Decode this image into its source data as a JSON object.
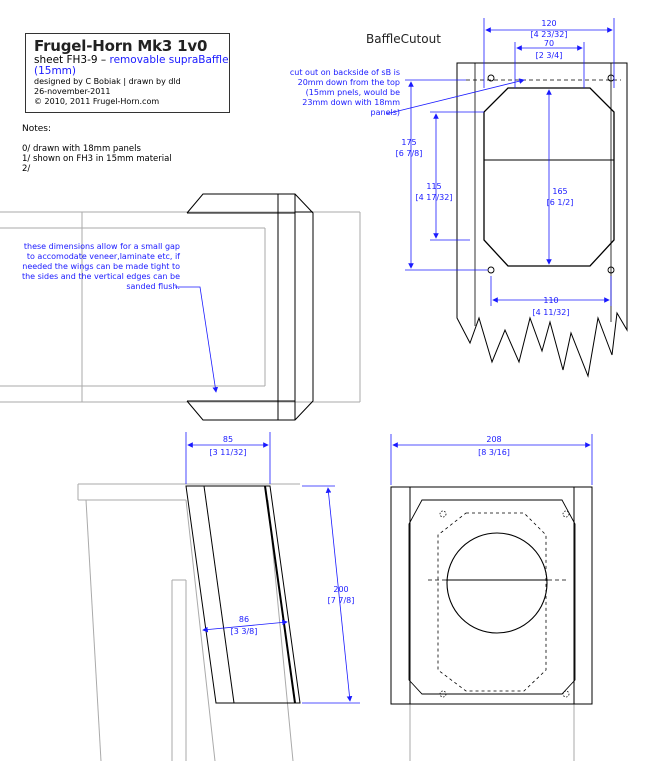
{
  "title_block": {
    "title": "Frugel-Horn Mk3 1v0",
    "sheet_prefix": "sheet FH3-9 – ",
    "sheet_desc": "removable supraBaffle",
    "sheet_desc2": "(15mm)",
    "designed_by": "designed by C Bobiak | drawn by dld",
    "date": "26-november-2011",
    "copyright": "© 2010, 2011 Frugel-Horn.com"
  },
  "notes": {
    "heading": "Notes:",
    "items": [
      "0/ drawn with 18mm panels",
      "1/ shown on FH3 in 15mm material",
      "2/"
    ]
  },
  "baffle_cutout": {
    "title": "BaffleCutout",
    "annotation_lines": [
      "cut out on backside of sB is",
      "20mm down from the top",
      "(15mm pnels, would be",
      "23mm down with 18mm",
      "panels)"
    ],
    "dim_120": "120",
    "dim_120_in": "[4 23/32]",
    "dim_70": "70",
    "dim_70_in": "[2 3/4]",
    "dim_175": "175",
    "dim_175_in": "[6 7/8]",
    "dim_115": "115",
    "dim_115_in": "[4 17/32]",
    "dim_165": "165",
    "dim_165_in": "[6 1/2]",
    "dim_110": "110",
    "dim_110_in": "[4 11/32]"
  },
  "gap_note": {
    "lines": [
      "these dimensions allow for a small gap",
      "to accomodate veneer,laminate etc, if",
      "needed the wings can be made tight to",
      "the sides and the vertical edges can be",
      "sanded flush."
    ]
  },
  "side_view": {
    "dim_85": "85",
    "dim_85_in": "[3 11/32]",
    "dim_86": "86",
    "dim_86_in": "[3 3/8]",
    "dim_200": "200",
    "dim_200_in": "[7 7/8]"
  },
  "front_view": {
    "dim_208": "208",
    "dim_208_in": "[8 3/16]"
  },
  "colors": {
    "dimension": "#1a1aff",
    "outline": "#000000",
    "ghost": "#aaaaaa"
  }
}
